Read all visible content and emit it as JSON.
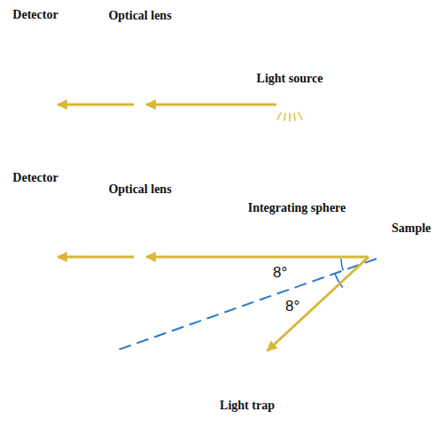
{
  "diagram": {
    "nodes": [
      {
        "text": [
          "Detector"
        ]
      },
      {
        "text": [
          "Optical lens"
        ]
      },
      {
        "text": [
          "Light source"
        ]
      },
      {
        "text": [
          "Detector"
        ]
      },
      {
        "text": [
          "Optical lens"
        ]
      },
      {
        "text": [
          "Integrating sphere"
        ]
      },
      {
        "text": [
          "Sample"
        ]
      },
      {
        "text": [
          "Light trap"
        ]
      }
    ],
    "edges": [
      {
        "from": 2,
        "to": 1,
        "arrow": "to"
      },
      {
        "from": 1,
        "to": 0,
        "arrow": "to"
      },
      {
        "from": 6,
        "to": 4,
        "arrow": "to"
      },
      {
        "from": 4,
        "to": 3,
        "arrow": "to"
      },
      {
        "from": 6,
        "to": 7,
        "arrow": "to"
      }
    ],
    "labels": [
      "8°",
      "8°"
    ]
  }
}
